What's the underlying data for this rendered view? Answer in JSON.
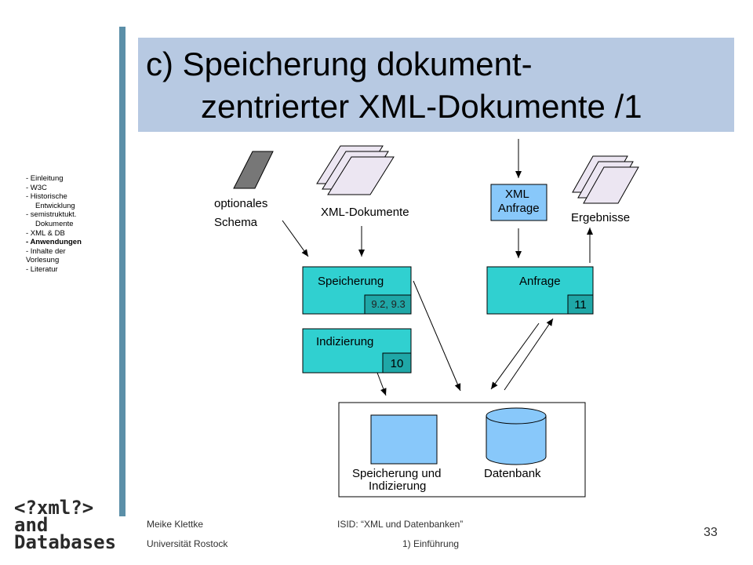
{
  "title": {
    "line1": "c)  Speicherung dokument-",
    "line2": "zentrierter XML-Dokumente /1"
  },
  "nav": {
    "items": [
      {
        "text": "- Einleitung",
        "bold": false,
        "indent": false
      },
      {
        "text": "- W3C",
        "bold": false,
        "indent": false
      },
      {
        "text": "- Historische",
        "bold": false,
        "indent": false
      },
      {
        "text": "Entwicklung",
        "bold": false,
        "indent": true
      },
      {
        "text": "- semistruktukt.",
        "bold": false,
        "indent": false
      },
      {
        "text": "Dokumente",
        "bold": false,
        "indent": true
      },
      {
        "text": "- XML & DB",
        "bold": false,
        "indent": false
      },
      {
        "text": "- Anwendungen",
        "bold": true,
        "indent": false
      },
      {
        "text": "- Inhalte der",
        "bold": false,
        "indent": false
      },
      {
        "text": "Vorlesung",
        "bold": false,
        "indent": false
      },
      {
        "text": "- Literatur",
        "bold": false,
        "indent": false
      }
    ]
  },
  "diagram": {
    "schema_label_1": "optionales",
    "schema_label_2": "Schema",
    "docs_label": "XML-Dokumente",
    "query_box_line1": "XML",
    "query_box_line2": "Anfrage",
    "results_label": "Ergebnisse",
    "storage_box": "Speicherung",
    "storage_tag": "9.2, 9.3",
    "query_process_box": "Anfrage",
    "query_tag": "11",
    "index_box": "Indizierung",
    "index_tag": "10",
    "store_index_label_1": "Speicherung und",
    "store_index_label_2": "Indizierung",
    "database_label": "Datenbank"
  },
  "footer": {
    "author": "Meike Klettke",
    "university": "Universität Rostock",
    "course": "ISID:  “XML und Datenbanken”",
    "chapter": "1) Einführung",
    "page": "33"
  },
  "logo": {
    "line1": "<?xml?>",
    "line2": "and",
    "line3": "Databases"
  },
  "colors": {
    "title_bg": "#b7c9e2",
    "cyan": "#30d0d0",
    "tag": "#1fa7a7",
    "blue": "#88c8fa",
    "bar": "#5b8fa8"
  }
}
